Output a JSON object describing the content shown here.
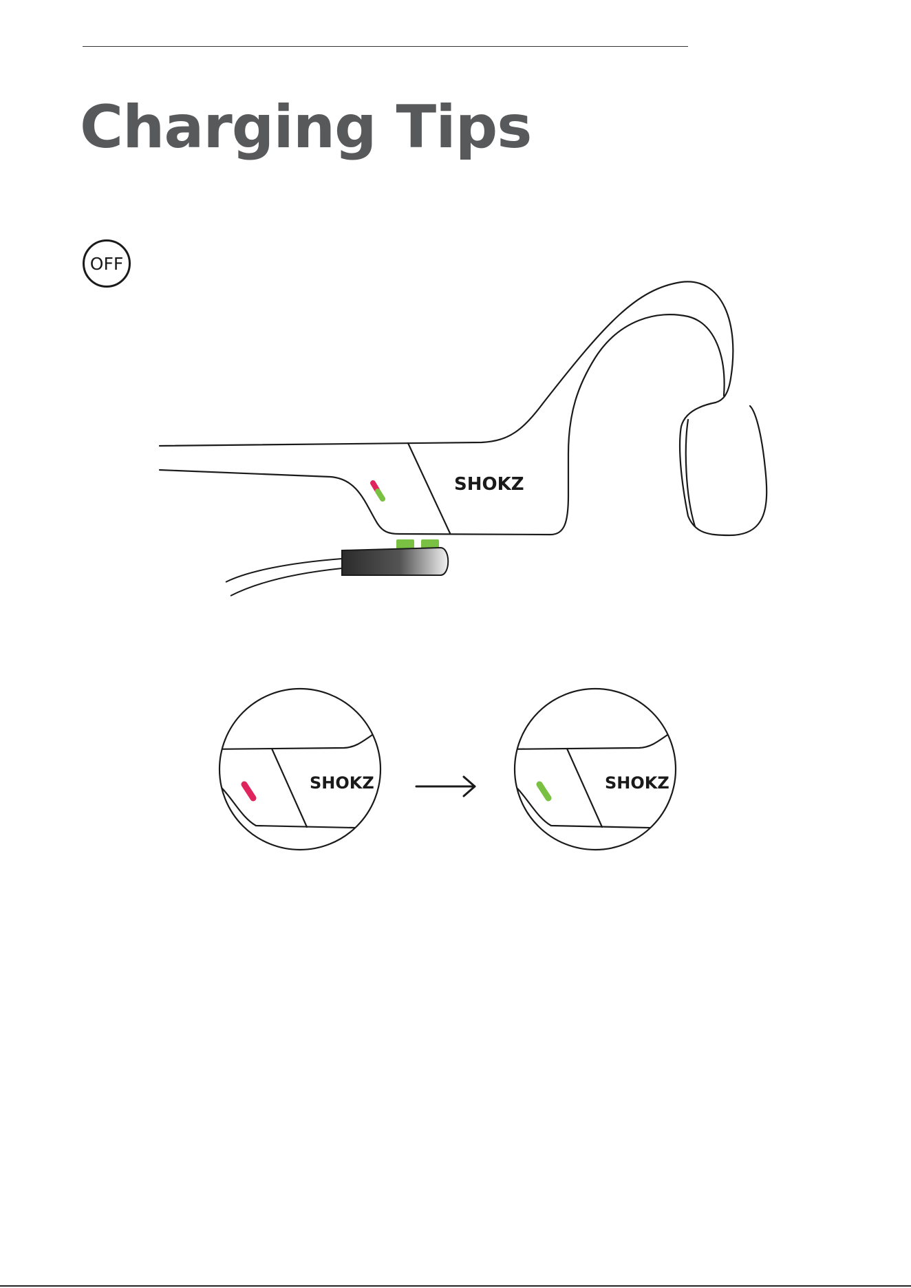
{
  "page": {
    "title": "Charging Tips"
  },
  "power_state": {
    "label": "OFF"
  },
  "brand": {
    "logo_text": "SHOKZ"
  },
  "indicator": {
    "charging_color": "#e0245e",
    "charged_color": "#7ac143"
  },
  "connector": {
    "pin_color": "#7ac143"
  },
  "icons": [
    "off-power-icon",
    "arrow-right-icon",
    "headset-illustration",
    "magnetic-charging-cable"
  ]
}
